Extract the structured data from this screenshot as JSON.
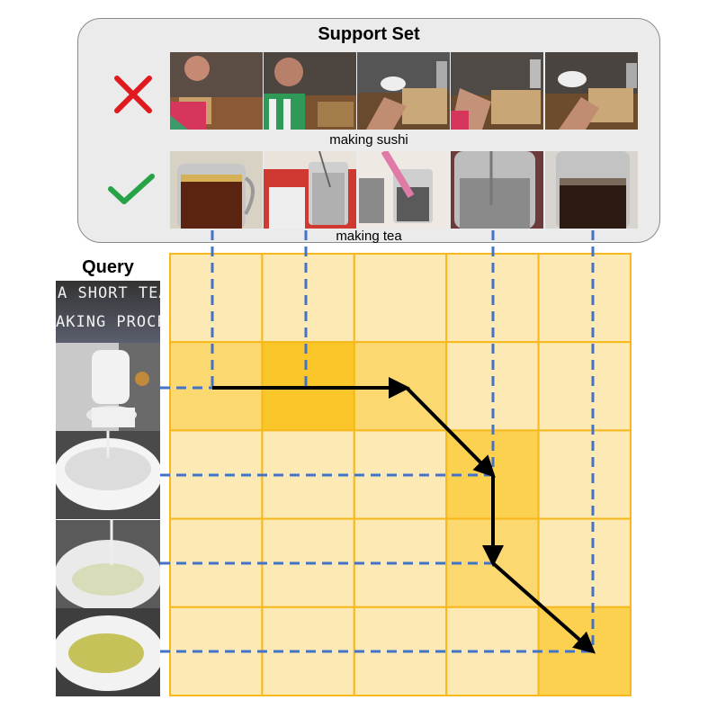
{
  "support_set": {
    "title": "Support Set",
    "negative": {
      "caption": "making sushi",
      "icon": "cross-icon",
      "color": "#e0191e"
    },
    "positive": {
      "caption": "making tea",
      "icon": "check-icon",
      "color": "#27a347"
    }
  },
  "query": {
    "title": "Query",
    "first_frame_text": [
      "A SHORT TEA",
      "AKING PROCES"
    ]
  },
  "matrix": {
    "rows": 5,
    "cols": 5,
    "cell_intensity": [
      [
        1,
        1,
        1,
        1,
        1
      ],
      [
        2,
        4,
        2,
        1,
        1
      ],
      [
        1,
        1,
        1,
        3,
        1
      ],
      [
        1,
        1,
        1,
        2,
        1
      ],
      [
        1,
        1,
        1,
        1,
        3
      ]
    ],
    "path": [
      [
        1,
        0
      ],
      [
        1,
        1
      ],
      [
        1,
        2
      ],
      [
        2,
        3
      ],
      [
        3,
        3
      ],
      [
        4,
        4
      ]
    ],
    "colors": {
      "level1": "#fde9b3",
      "level2": "#fcd870",
      "level3": "#fcd150",
      "level4": "#fbc62a",
      "grid": "#f6b81c",
      "dashed": "#4472c4",
      "arrow": "#000000"
    }
  }
}
